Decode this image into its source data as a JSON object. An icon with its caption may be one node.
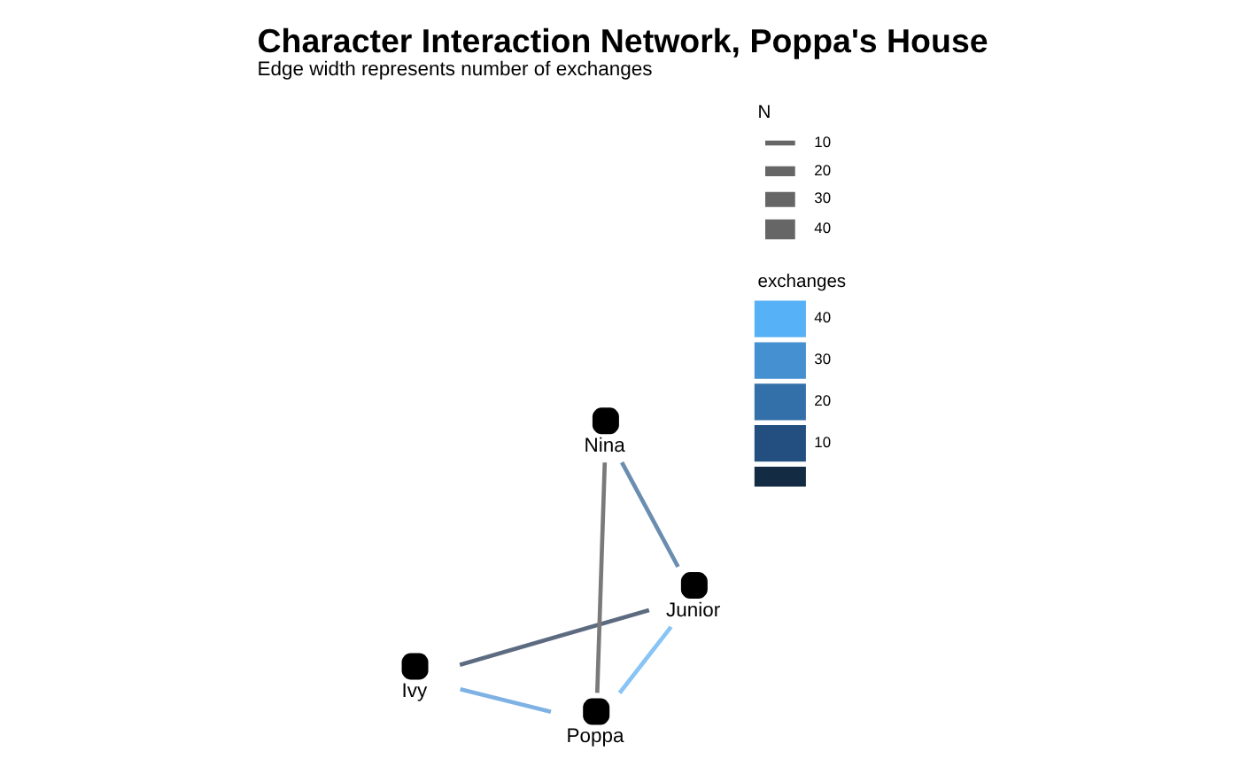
{
  "diagram": {
    "title": "Character Interaction Network, Poppa's House",
    "caption": "Edge width represents number of exchanges",
    "nodes": [
      {
        "text": [
          "Ivy"
        ]
      },
      {
        "text": [
          "Junior"
        ]
      },
      {
        "text": [
          "Poppa"
        ]
      },
      {
        "text": [
          "Nina"
        ]
      }
    ],
    "edges": [
      {
        "from": 0,
        "to": 1,
        "arrow": "none",
        "color": "#5d6b80"
      },
      {
        "from": 0,
        "to": 2,
        "arrow": "none",
        "color": "#7eb2e4"
      },
      {
        "from": 1,
        "to": 2,
        "arrow": "none",
        "color": "#88c4f6"
      },
      {
        "from": 1,
        "to": 3,
        "arrow": "none",
        "color": "#6b8db0"
      },
      {
        "from": 3,
        "to": 2,
        "arrow": "none",
        "color": "#7a7a7a"
      }
    ],
    "labels": [
      "N",
      "exchanges",
      "40",
      "30",
      "20",
      "10"
    ],
    "legend": [
      {
        "text": "10"
      },
      {
        "text": "20"
      },
      {
        "text": "30"
      },
      {
        "text": "40"
      }
    ]
  }
}
